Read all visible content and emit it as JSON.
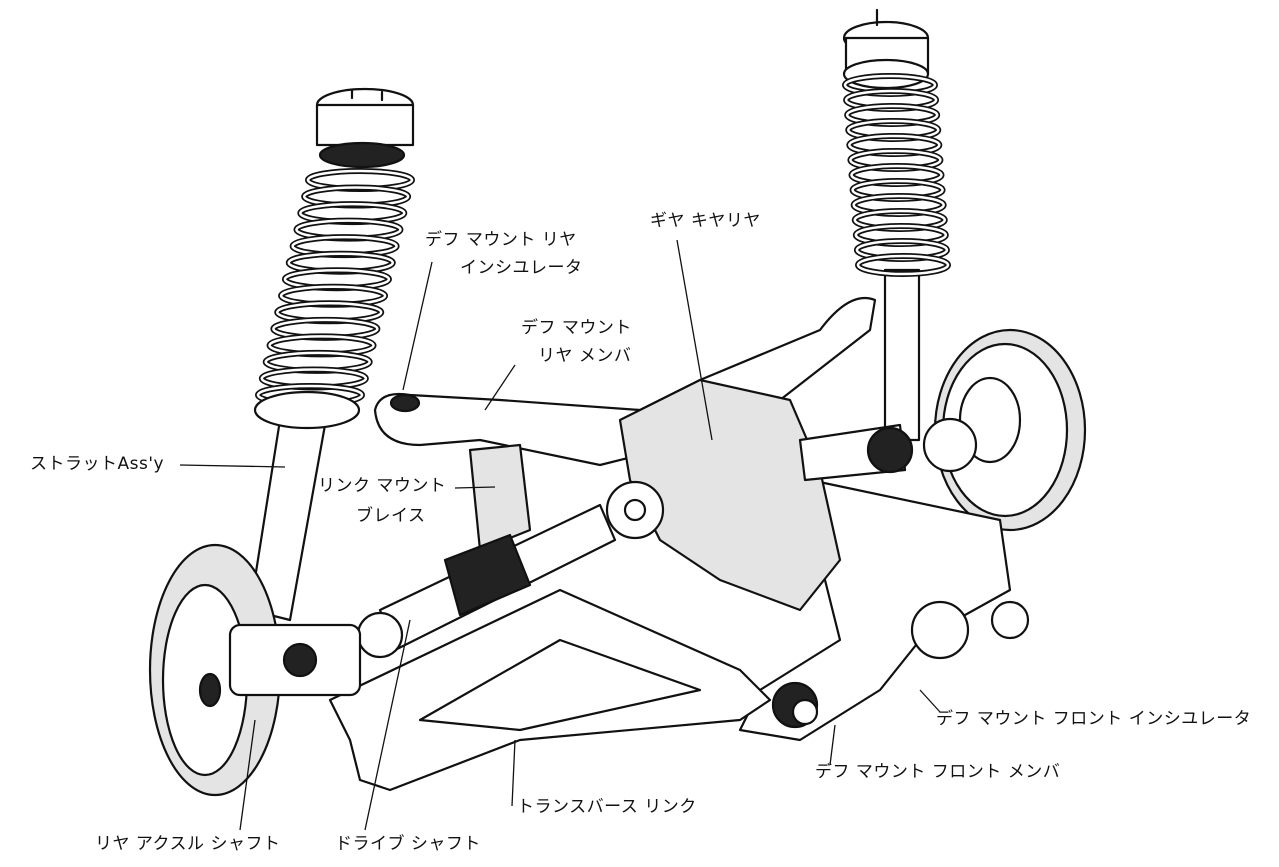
{
  "title": "Rear suspension assembly diagram",
  "colors": {
    "ink": "#111111",
    "paper": "#ffffff"
  },
  "labels": {
    "diff_mount_rear_insulator_1": "デフ マウント リヤ",
    "diff_mount_rear_insulator_2": "インシユレータ",
    "gear_carrier": "ギヤ キヤリヤ",
    "diff_mount_rear_member_1": "デフ マウント",
    "diff_mount_rear_member_2": "リヤ メンバ",
    "strut_assy": "ストラットAss'y",
    "link_mount_brace_1": "リンク マウント",
    "link_mount_brace_2": "ブレイス",
    "diff_mount_front_insulator": "デフ マウント フロント インシユレータ",
    "diff_mount_front_member": "デフ マウント フロント メンバ",
    "transverse_link": "トランスバース リンク",
    "rear_axle_shaft": "リヤ アクスル シャフト",
    "drive_shaft": "ドライブ シャフト"
  }
}
